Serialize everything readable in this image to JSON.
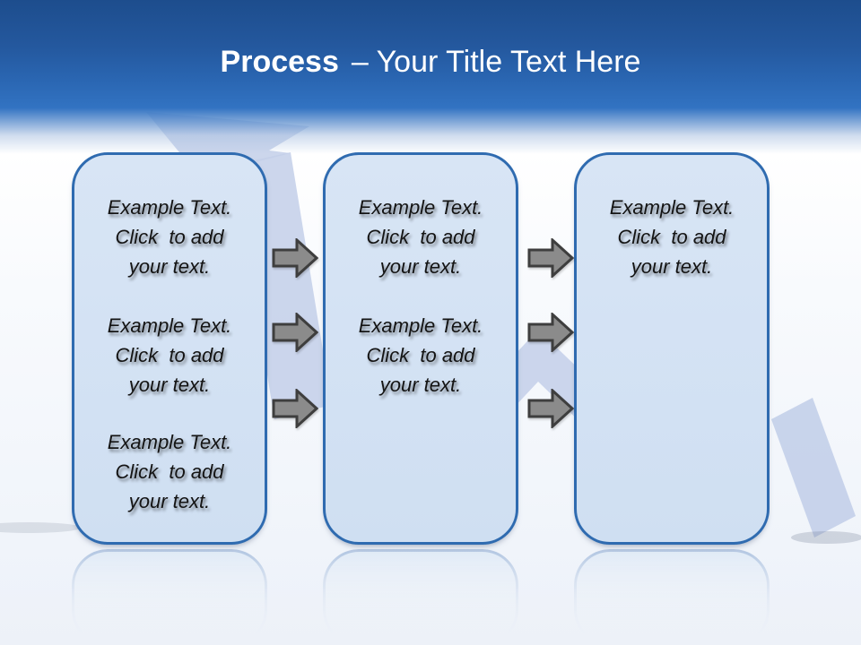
{
  "slide": {
    "title_bold": "Process",
    "title_rest": "– Your Title Text Here"
  },
  "panels": [
    {
      "name": "process-panel-1",
      "text_blocks": [
        "Example Text.\nClick  to add\nyour text.",
        "Example Text.\nClick  to add\nyour text.",
        "Example Text.\nClick  to add\nyour text."
      ]
    },
    {
      "name": "process-panel-2",
      "text_blocks": [
        "Example Text.\nClick  to add\nyour text.",
        "Example Text.\nClick  to add\nyour text."
      ]
    },
    {
      "name": "process-panel-3",
      "text_blocks": [
        "Example Text.\nClick  to add\nyour text."
      ]
    }
  ],
  "connectors": [
    {
      "from": "process-panel-1",
      "to": "process-panel-2",
      "arrow_icon": "right-arrow",
      "arrow_count": 3
    },
    {
      "from": "process-panel-2",
      "to": "process-panel-3",
      "arrow_icon": "right-arrow",
      "arrow_count": 3
    }
  ],
  "colors": {
    "header_top": "#1d4d8d",
    "header_bottom": "#3273c2",
    "title_text": "#ffffff",
    "panel_fill": "#d2e1f3",
    "panel_border": "#2f6bb0",
    "arrow_fill": "#8b8b8b",
    "arrow_border": "#3e3e3e",
    "background_shape": "#c3cfe9",
    "page_bottom": "#edf2f9"
  }
}
